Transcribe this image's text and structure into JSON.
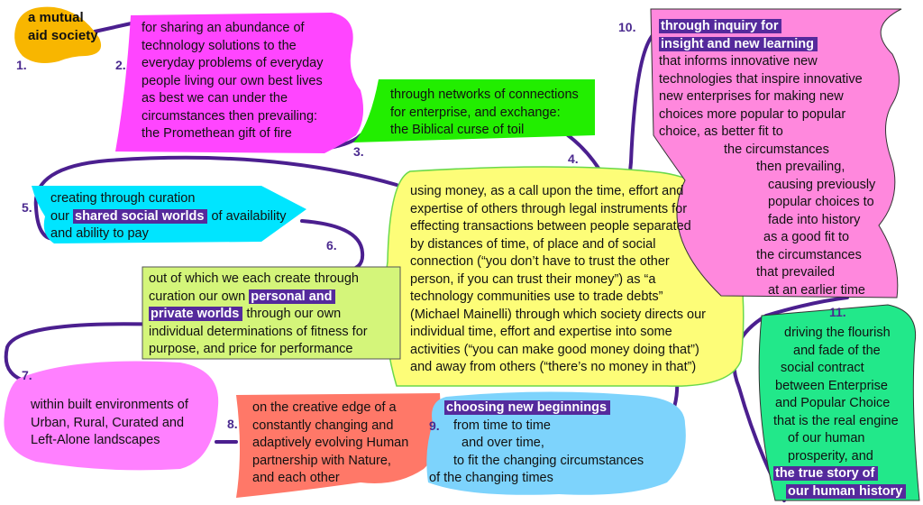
{
  "colors": {
    "connector": "#4b1f8f",
    "highlight": "#552a9c"
  },
  "steps": [
    {
      "label": "1.",
      "lines": [
        "a mutual",
        "aid society"
      ]
    },
    {
      "label": "2.",
      "lines": [
        "for sharing an abundance of",
        "technology solutions to the",
        "everyday problems of everyday",
        "people living our own best lives",
        "as best we can under the",
        "circumstances then prevailing:",
        "the Promethean gift of fire"
      ]
    },
    {
      "label": "3.",
      "lines": [
        "through networks of connections",
        "for enterprise, and exchange:",
        "the Biblical curse of toil"
      ]
    },
    {
      "label": "4.",
      "lines": [
        "using money, as a call upon the time, effort and",
        "expertise of others through legal instruments for",
        "effecting transactions between people separated",
        "by distances of time, of place and of social",
        "connection (“you don’t have to trust the other",
        "person, if you can trust their money”) as “a",
        "technology communities use to trade debts”",
        "(Michael Mainelli) through which society directs our",
        "individual time, effort and expertise into some",
        "activities (“you can make good money doing that”)",
        "and away from others (“there’s no money in that”)"
      ]
    },
    {
      "label": "5.",
      "lines": [
        "creating through curation",
        "our ",
        "shared social worlds",
        " of availability",
        "and ability to pay"
      ]
    },
    {
      "label": "6.",
      "lines": [
        "out of which we each create through",
        "curation our own ",
        "personal and",
        "private worlds",
        " through our own",
        "individual determinations of fitness for",
        "purpose, and price for performance"
      ]
    },
    {
      "label": "7.",
      "lines": [
        "within built environments of",
        "Urban, Rural, Curated and",
        "Left-Alone landscapes"
      ]
    },
    {
      "label": "8.",
      "lines": [
        "on the creative edge of a",
        "constantly changing and",
        "adaptively evolving Human",
        "partnership with Nature,",
        "and each other"
      ]
    },
    {
      "label": "9.",
      "lines": [
        "choosing new beginnings",
        "from time to time",
        "and over time,",
        "to fit the changing circumstances",
        "of the changing times"
      ]
    },
    {
      "label": "10.",
      "lines": [
        "through inquiry for",
        "insight and new learning",
        "that informs innovative new",
        "technologies that inspire innovative",
        "new enterprises for making new",
        "choices more popular to popular",
        "choice, as better fit to",
        "the circumstances",
        "then prevailing,",
        "causing previously",
        "popular choices to",
        "fade into history",
        "as a good fit to",
        "the circumstances",
        "that prevailed",
        "at an earlier time"
      ]
    },
    {
      "label": "11.",
      "lines": [
        "driving the flourish",
        "and fade of the",
        "social contract",
        "between Enterprise",
        "and Popular Choice",
        "that is the real engine",
        "of our human",
        "prosperity, and",
        "the true story of",
        "our human history"
      ]
    }
  ]
}
